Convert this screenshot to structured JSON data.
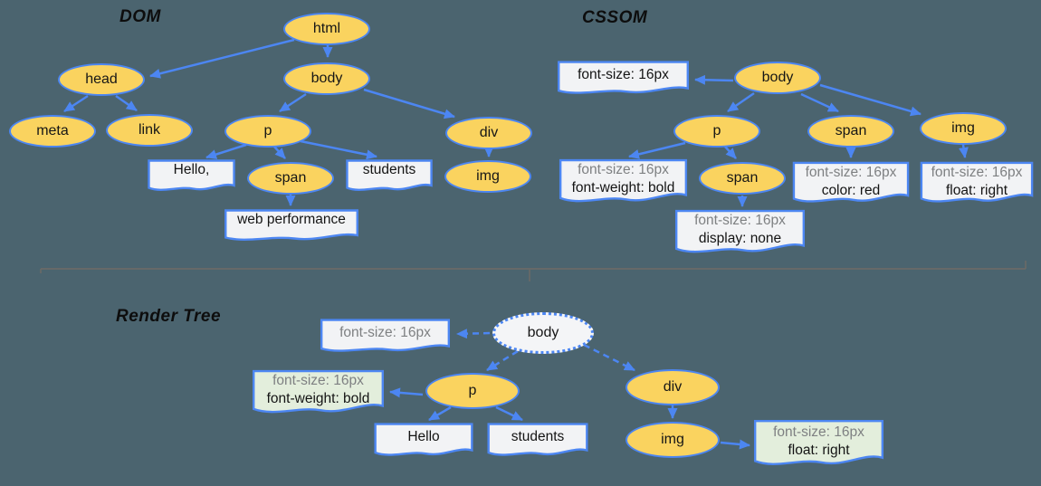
{
  "titles": {
    "dom": "DOM",
    "cssom": "CSSOM",
    "render_tree": "Render Tree"
  },
  "dom": {
    "nodes": {
      "html": "html",
      "head": "head",
      "body": "body",
      "meta": "meta",
      "link": "link",
      "p": "p",
      "div": "div",
      "span": "span",
      "img": "img"
    },
    "text_nodes": {
      "hello": "Hello,",
      "students": "students",
      "web_performance": "web performance"
    }
  },
  "cssom": {
    "nodes": {
      "body": "body",
      "p": "p",
      "span_in_p": "span",
      "span": "span",
      "img": "img"
    },
    "style_boxes": {
      "body_rule": {
        "line1": "font-size: 16px"
      },
      "p_rule": {
        "line1": "font-size: 16px",
        "line2": "font-weight: bold"
      },
      "span_in_p_rule": {
        "line1": "font-size: 16px",
        "line2": "display: none"
      },
      "span_rule": {
        "line1": "font-size: 16px",
        "line2": "color: red"
      },
      "img_rule": {
        "line1": "font-size: 16px",
        "line2": "float: right"
      }
    }
  },
  "render_tree": {
    "nodes": {
      "body": "body",
      "p": "p",
      "div": "div",
      "img": "img"
    },
    "text_nodes": {
      "hello": "Hello",
      "students": "students"
    },
    "style_boxes": {
      "body_rule": {
        "line1": "font-size: 16px"
      },
      "p_rule": {
        "line1": "font-size: 16px",
        "line2": "font-weight: bold"
      },
      "img_rule": {
        "line1": "font-size: 16px",
        "line2": "float: right"
      }
    }
  },
  "colors": {
    "background": "#4B646F",
    "node_fill_yellow": "#FAD35F",
    "edge_blue": "#4C86F2",
    "box_fill_gray": "#F2F3F5",
    "box_fill_green": "#E3EEDC",
    "inherited_text_gray": "#7E8082",
    "declared_text_black": "#141414",
    "divider_gray": "#6F6B66"
  }
}
